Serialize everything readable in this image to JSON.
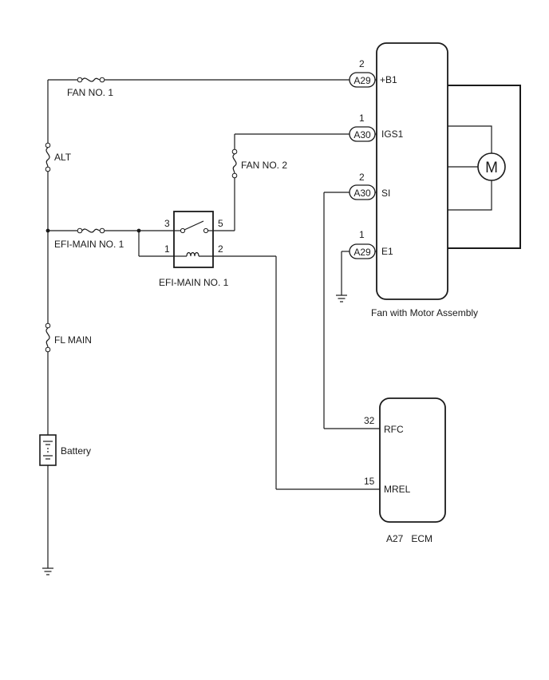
{
  "labels": {
    "fan_no1": "FAN NO. 1",
    "alt": "ALT",
    "fan_no2": "FAN NO. 2",
    "efi_main_fuse": "EFI-MAIN NO. 1",
    "efi_main_relay": "EFI-MAIN NO. 1",
    "fl_main": "FL MAIN",
    "battery": "Battery",
    "fan_assembly": "Fan with Motor Assembly",
    "ecm": "A27   ECM",
    "motor": "M"
  },
  "relay_pins": {
    "p3": "3",
    "p5": "5",
    "p1": "1",
    "p2": "2"
  },
  "fan_pins": [
    {
      "num": "2",
      "connector": "A29",
      "terminal": "+B1"
    },
    {
      "num": "1",
      "connector": "A30",
      "terminal": "IGS1"
    },
    {
      "num": "2",
      "connector": "A30",
      "terminal": "SI"
    },
    {
      "num": "1",
      "connector": "A29",
      "terminal": "E1"
    }
  ],
  "ecm_pins": [
    {
      "num": "32",
      "terminal": "RFC"
    },
    {
      "num": "15",
      "terminal": "MREL"
    }
  ]
}
